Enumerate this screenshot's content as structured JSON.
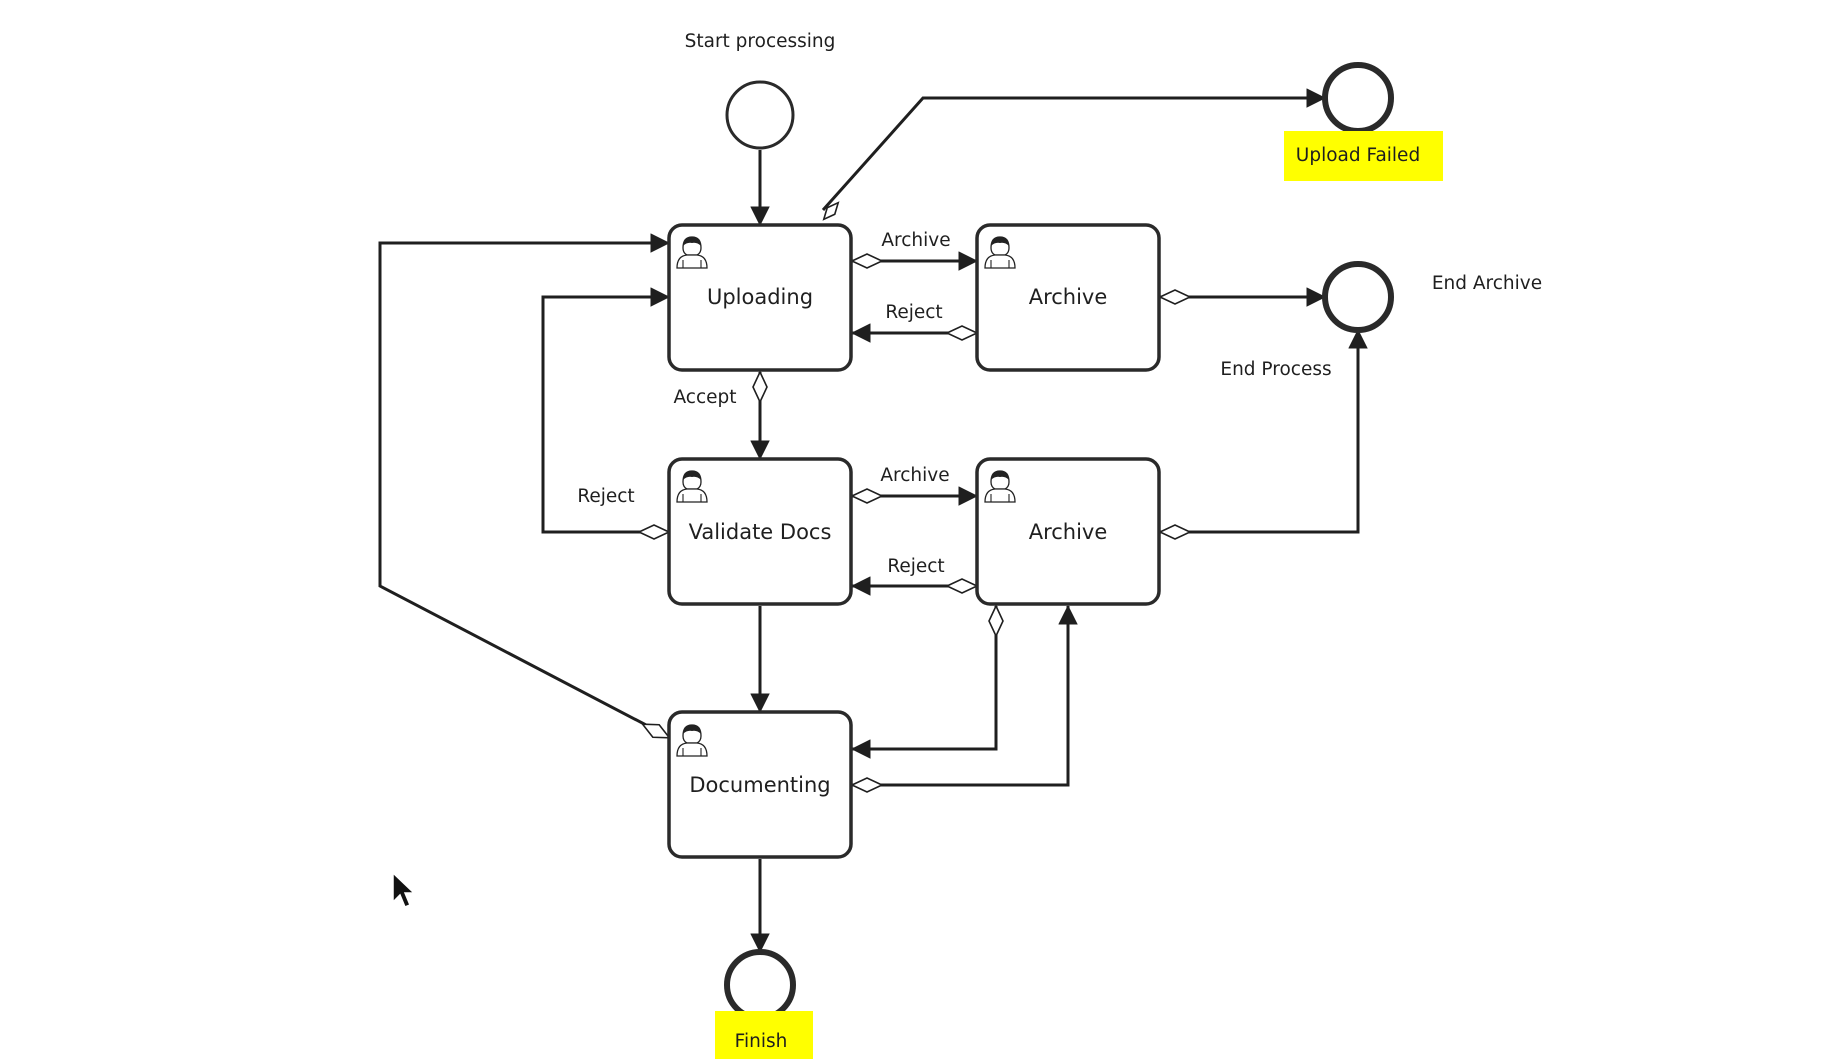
{
  "diagram": {
    "tasks": {
      "uploading": "Uploading",
      "archive_top": "Archive",
      "validate_docs": "Validate Docs",
      "archive_mid": "Archive",
      "documenting": "Documenting"
    },
    "events": {
      "start": "Start processing",
      "upload_failed": "Upload Failed",
      "end_archive": "End Archive",
      "end_process": "End Process",
      "finish": "Finish"
    },
    "edge_labels": {
      "archive_1": "Archive",
      "reject_1": "Reject",
      "accept": "Accept",
      "archive_2": "Archive",
      "reject_2": "Reject",
      "reject_3": "Reject"
    },
    "colors": {
      "highlight": "#ffff00",
      "stroke": "#2a2a2a"
    }
  }
}
